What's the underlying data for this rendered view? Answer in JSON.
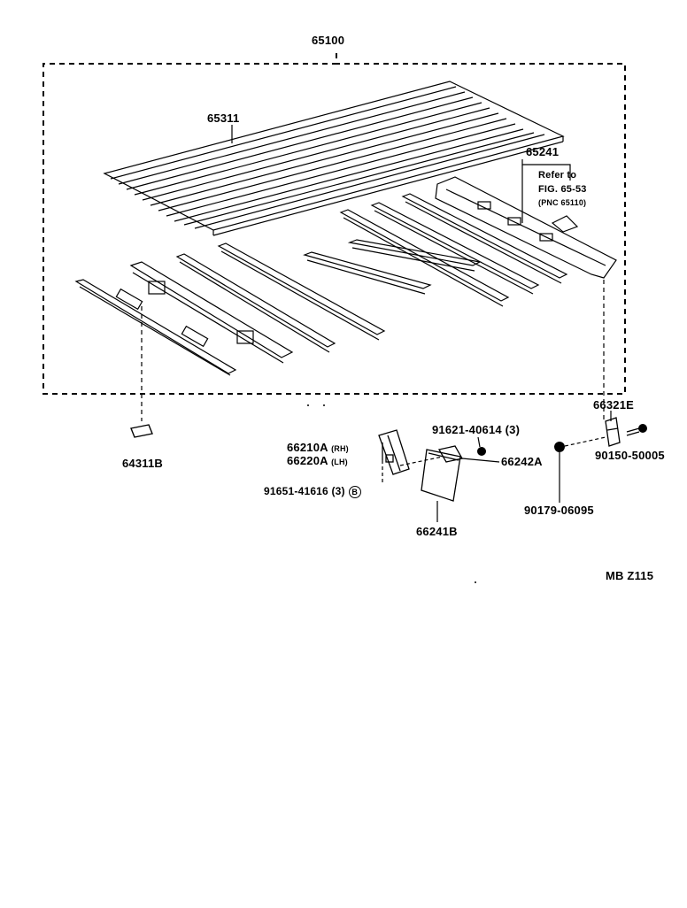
{
  "labels": {
    "assembly": "65100",
    "bed_floor": "65311",
    "rear_sill": "65241",
    "refer_line1": "Refer to",
    "refer_line2": "FIG. 65-53",
    "refer_line3": "(PNC 65110)",
    "bracket_stop": "66321E",
    "bolt_1": "90150-50005",
    "nut_1": "90179-06095",
    "bolt_2": "91621-40614 (3)",
    "hinge_bracket": "66242A",
    "hinge_rh": "66210A",
    "hinge_rh_side": "(RH)",
    "hinge_lh": "66220A",
    "hinge_lh_side": "(LH)",
    "bolt_3": "91651-41616 (3)",
    "bolt_3_callout": "B",
    "hinge_plate": "66241B",
    "plug": "64311B",
    "drawing_code": "MB  Z115"
  }
}
